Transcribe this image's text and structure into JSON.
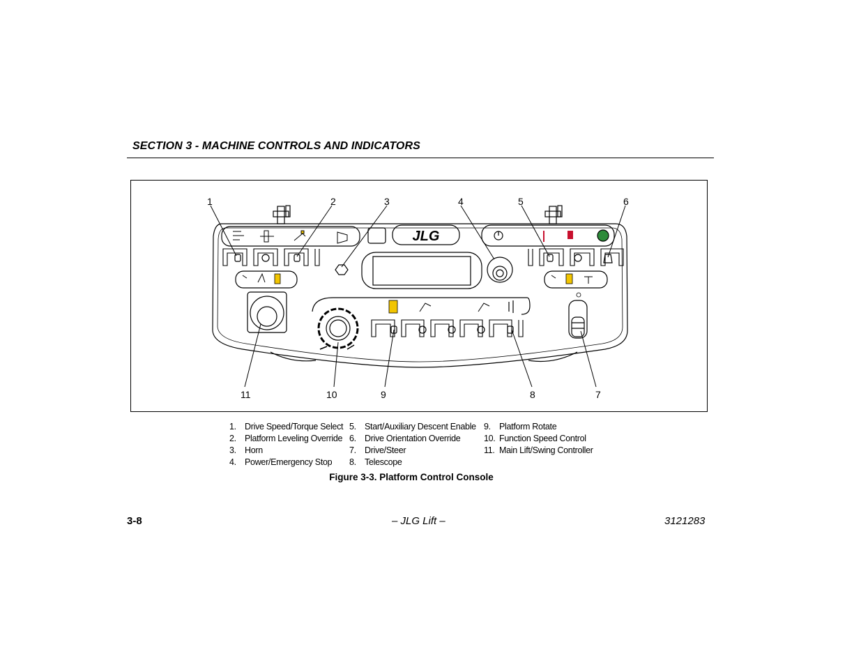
{
  "header": {
    "section_title": "SECTION 3 - MACHINE CONTROLS AND INDICATORS"
  },
  "figure": {
    "callouts": [
      "1",
      "2",
      "3",
      "4",
      "5",
      "6",
      "7",
      "8",
      "9",
      "10",
      "11"
    ],
    "brand_logo": "JLG",
    "legend": {
      "col1": [
        {
          "num": "1.",
          "text": "Drive Speed/Torque Select"
        },
        {
          "num": "2.",
          "text": "Platform Leveling Override"
        },
        {
          "num": "3.",
          "text": "Horn"
        },
        {
          "num": "4.",
          "text": "Power/Emergency Stop"
        }
      ],
      "col2": [
        {
          "num": "5.",
          "text": "Start/Auxiliary Descent Enable"
        },
        {
          "num": "6.",
          "text": "Drive Orientation Override"
        },
        {
          "num": "7.",
          "text": "Drive/Steer"
        },
        {
          "num": "8.",
          "text": "Telescope"
        }
      ],
      "col3": [
        {
          "num": "9.",
          "text": "Platform Rotate"
        },
        {
          "num": "10.",
          "text": "Function Speed Control"
        },
        {
          "num": "11.",
          "text": "Main Lift/Swing Controller"
        }
      ]
    },
    "caption": "Figure 3-3. Platform Control Console"
  },
  "footer": {
    "page_number": "3-8",
    "center": "– JLG Lift –",
    "doc_number": "3121283"
  },
  "colors": {
    "green_indicator": "#2e8b3a",
    "red_indicator": "#c8102e",
    "yellow_indicator": "#f2c500"
  }
}
